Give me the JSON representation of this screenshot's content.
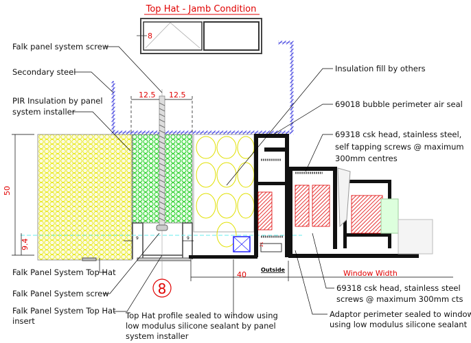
{
  "title": "Top Hat - Jamb Condition",
  "elevation_marker": "8",
  "callout_number": "8",
  "left_labels": {
    "screw": "Falk panel system screw",
    "steel": "Secondary steel",
    "pir_line1": "PIR Insulation by panel",
    "pir_line2": "system installer"
  },
  "right_labels": {
    "insulation": "Insulation fill by others",
    "air_seal": "69018 bubble perimeter air seal",
    "csk1_line1": "69318 csk head, stainless steel,",
    "csk1_line2": "self tapping screws @ maximum",
    "csk1_line3": "300mm centres"
  },
  "bottom_labels": {
    "top_hat": "Falk Panel System Top Hat",
    "screw": "Falk Panel System screw",
    "insert_line1": "Falk Panel System Top Hat",
    "insert_line2": "insert",
    "sealed_line1": "Top Hat profile sealed to window using",
    "sealed_line2": "low modulus silicone sealant by panel",
    "sealed_line3": "system installer",
    "csk2_line1": "69318 csk head, stainless steel",
    "csk2_line2": "screws @ maximum 300mm cts",
    "adaptor_line1": "Adaptor perimeter sealed to window",
    "adaptor_line2": "using low modulus silicone sealant"
  },
  "dimensions": {
    "left_half": "12.5",
    "right_half": "12.5",
    "panel_height": "50",
    "offset": "9.4",
    "gap_left": "9",
    "gap_right": "9",
    "small_vertical": "21",
    "outside_width": "40",
    "outside": "Outside",
    "window_width": "Window Width"
  },
  "colors": {
    "red": "#e00000",
    "steel": "#3333dd",
    "pir": "#33dd33",
    "insulation": "#e8e800"
  }
}
